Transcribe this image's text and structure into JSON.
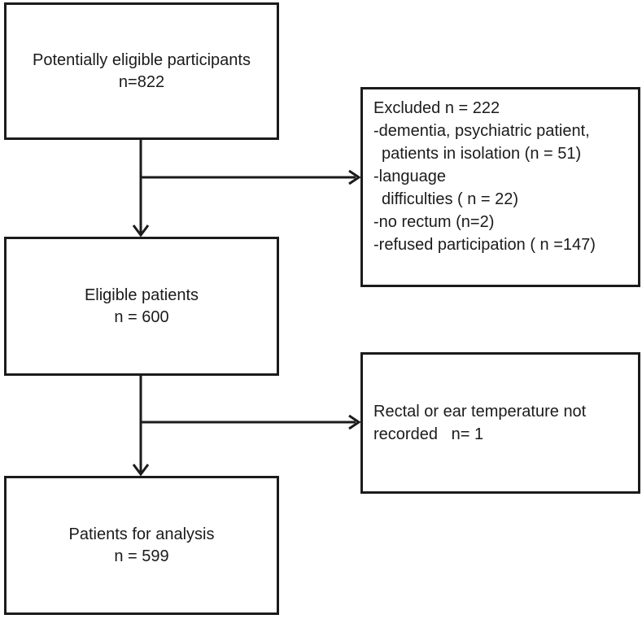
{
  "colors": {
    "line": "#1b1b1b",
    "text": "#1b1b1b",
    "background": "#ffffff"
  },
  "boxes": {
    "potentially_eligible": {
      "line1": "Potentially eligible participants",
      "line2": "n=822"
    },
    "excluded": {
      "lines": [
        "Excluded n = 222",
        "-dementia, psychiatric patient,",
        "patients in isolation (n = 51)",
        "-language",
        "difficulties ( n = 22)",
        "-no rectum (n=2)",
        "-refused participation ( n =147)"
      ]
    },
    "eligible": {
      "line1": "Eligible patients",
      "line2": "n = 600"
    },
    "temperature_not_recorded": {
      "line1": "Rectal or ear temperature not",
      "line2": "recorded   n= 1"
    },
    "analysis": {
      "line1": "Patients for analysis",
      "line2": "n = 599"
    }
  }
}
